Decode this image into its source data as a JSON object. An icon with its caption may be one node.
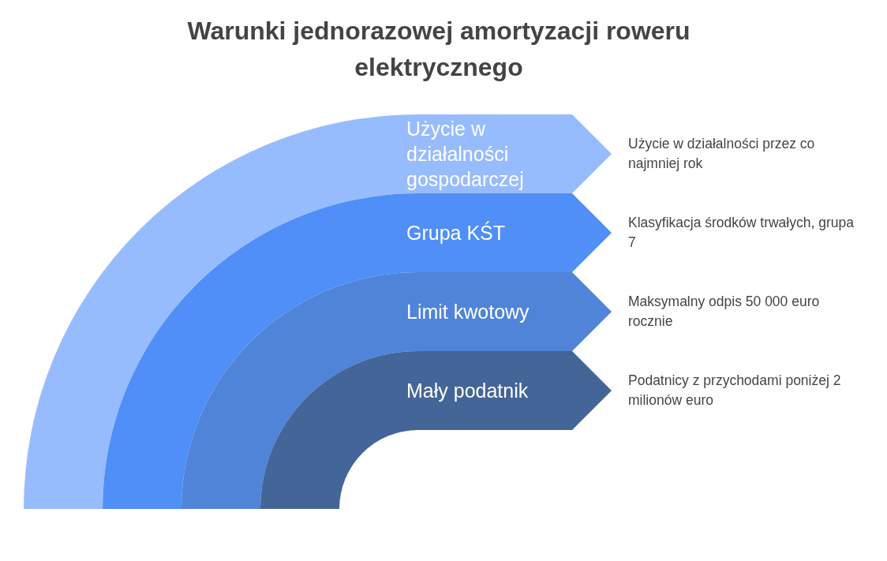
{
  "diagram": {
    "title": "Warunki jednorazowej amortyzacji roweru elektrycznego",
    "nodes": [
      {
        "text": [
          "Użycie w działalności gospodarczej"
        ],
        "beside": [
          "Użycie w działalności przez co najmniej rok"
        ]
      },
      {
        "text": [
          "Grupa KŚT"
        ],
        "beside": [
          "Klasyfikacja środków trwałych, grupa 7"
        ]
      },
      {
        "text": [
          "Limit kwotowy"
        ],
        "beside": [
          "Maksymalny odpis 50 000 euro rocznie"
        ]
      },
      {
        "text": [
          "Mały podatnik"
        ],
        "beside": [
          "Podatnicy z przychodami poniżej 2 milionów euro"
        ]
      }
    ]
  }
}
